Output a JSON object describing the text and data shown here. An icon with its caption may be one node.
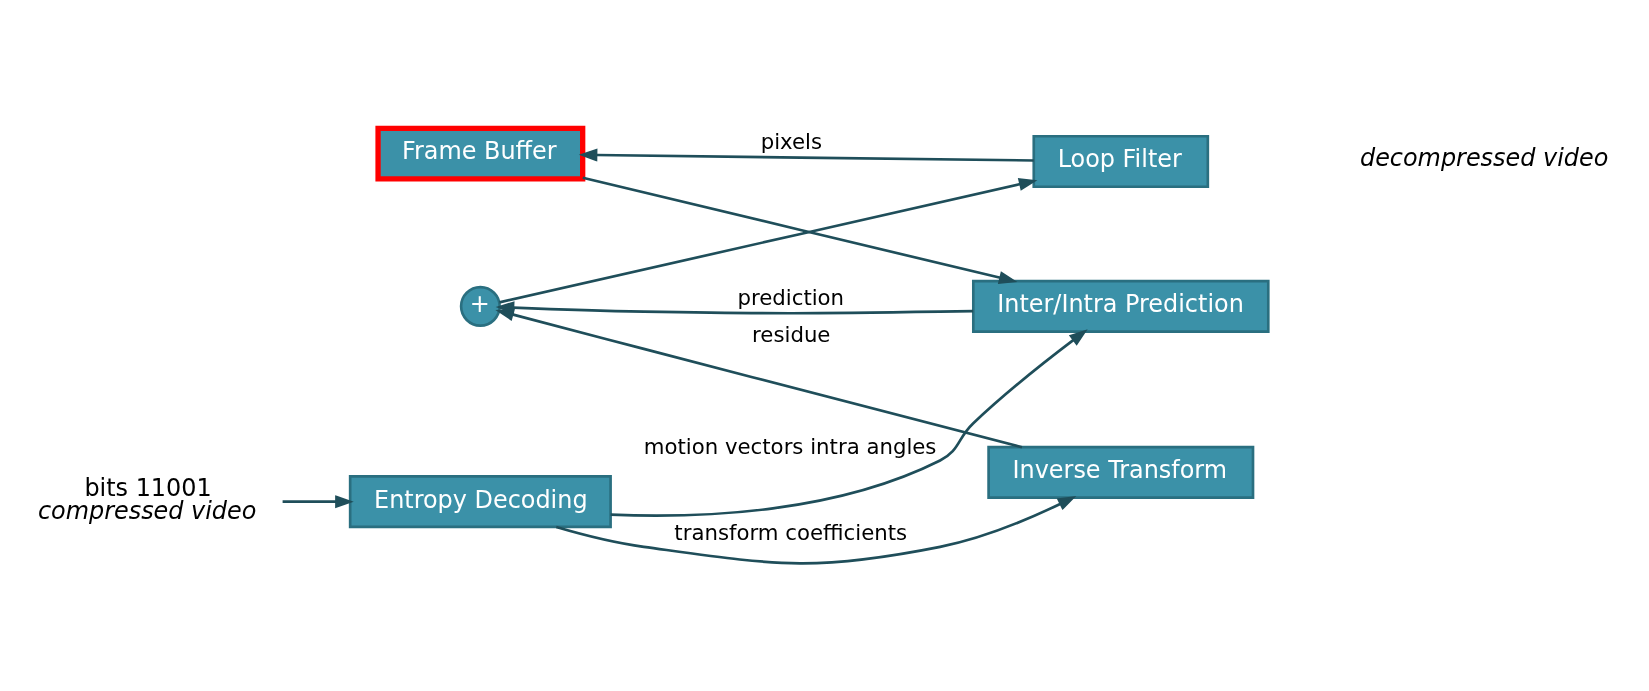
{
  "diagram": {
    "nodes": [
      {
        "text": [
          "Frame Buffer"
        ]
      },
      {
        "text": [
          "Inter/Intra Prediction"
        ]
      },
      {
        "text": [
          "Entropy Decoding"
        ]
      },
      {
        "text": [
          "Inverse Transform"
        ]
      },
      {
        "text": [
          "+"
        ]
      },
      {
        "text": [
          "Loop Filter"
        ]
      },
      {
        "text": [
          "bits 11001",
          "compressed video"
        ]
      }
    ],
    "edges": [
      {
        "from": 6,
        "to": 2,
        "arrow": "to"
      },
      {
        "from": 2,
        "to": 1,
        "arrow": "to",
        "label": "motion vectors intra angles"
      },
      {
        "from": 2,
        "to": 3,
        "arrow": "to",
        "label": "transform coefficients"
      },
      {
        "from": 0,
        "to": 1,
        "arrow": "to"
      },
      {
        "from": 1,
        "to": 4,
        "arrow": "to",
        "label": "prediction"
      },
      {
        "from": 3,
        "to": 4,
        "arrow": "to",
        "label": "residue"
      },
      {
        "from": 4,
        "to": 5,
        "arrow": "to"
      },
      {
        "from": 5,
        "to": 0,
        "arrow": "to",
        "label": "pixels"
      }
    ],
    "labels": [
      "decompressed video"
    ]
  }
}
